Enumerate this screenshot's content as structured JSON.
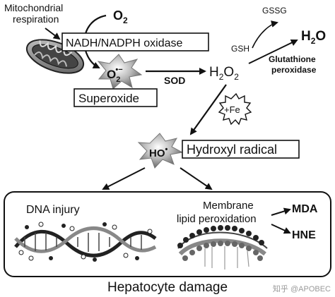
{
  "labels": {
    "mito_line1": "Mitochondrial",
    "mito_line2": "respiration",
    "o2_main": "O",
    "o2_sub": "2",
    "nadph": "NADH/NADPH oxidase",
    "sup_o": "O",
    "sup_sub": "2",
    "sup_charge": "•−",
    "superoxide": "Superoxide",
    "sod": "SOD",
    "h2o2_h": "H",
    "h2o2_sub1": "2",
    "h2o2_o": "O",
    "h2o2_sub2": "2",
    "gsh": "GSH",
    "gssg": "GSSG",
    "h2o_h": "H",
    "h2o_sub": "2",
    "h2o_o": "O",
    "gpx_line1": "Glutathione",
    "gpx_line2": "peroxidase",
    "fe": "+Fe",
    "ho_main": "HO",
    "ho_charge": "•",
    "hydroxyl": "Hydroxyl radical",
    "dna": "DNA injury",
    "membrane_line1": "Membrane",
    "membrane_line2": "lipid peroxidation",
    "mda": "MDA",
    "hne": "HNE",
    "hepatocyte": "Hepatocyte damage",
    "watermark": "知乎 @APOBEC"
  }
}
